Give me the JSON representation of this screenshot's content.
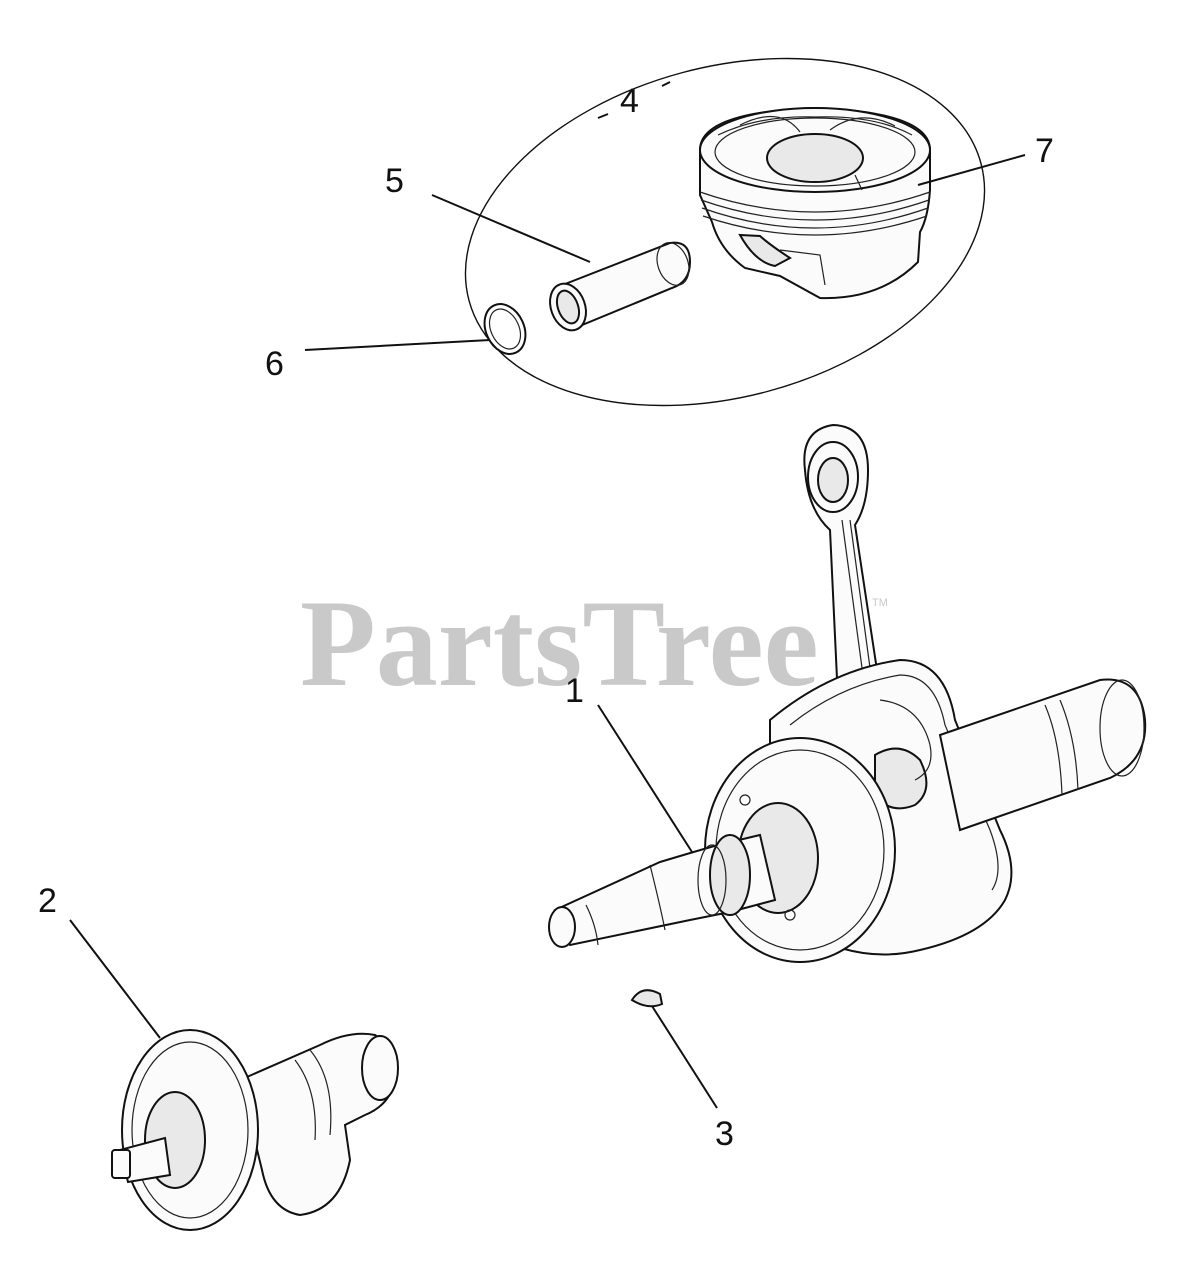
{
  "watermark": {
    "text": "PartsTree",
    "tm": "TM"
  },
  "callouts": {
    "c1": "1",
    "c2": "2",
    "c3": "3",
    "c4": "4",
    "c5": "5",
    "c6": "6",
    "c7": "7"
  },
  "parts": [
    {
      "ref": "1",
      "name": "crankshaft-assembly-icon"
    },
    {
      "ref": "2",
      "name": "camshaft-gear-icon"
    },
    {
      "ref": "3",
      "name": "woodruff-key-icon"
    },
    {
      "ref": "4",
      "name": "piston-kit-group"
    },
    {
      "ref": "5",
      "name": "piston-pin-icon"
    },
    {
      "ref": "6",
      "name": "pin-clip-ring-icon"
    },
    {
      "ref": "7",
      "name": "piston-icon"
    }
  ],
  "colors": {
    "line": "#111111",
    "watermark": "#c9c9c9",
    "background": "#ffffff"
  }
}
